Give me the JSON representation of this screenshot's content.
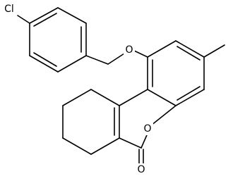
{
  "molecule": {
    "labels": {
      "chlorine": "Cl",
      "ether_oxygen": "O",
      "ring_oxygen": "O",
      "carbonyl_oxygen": "O"
    },
    "colors": {
      "bond": "#000000",
      "label": "#000000",
      "background": "#ffffff"
    }
  }
}
